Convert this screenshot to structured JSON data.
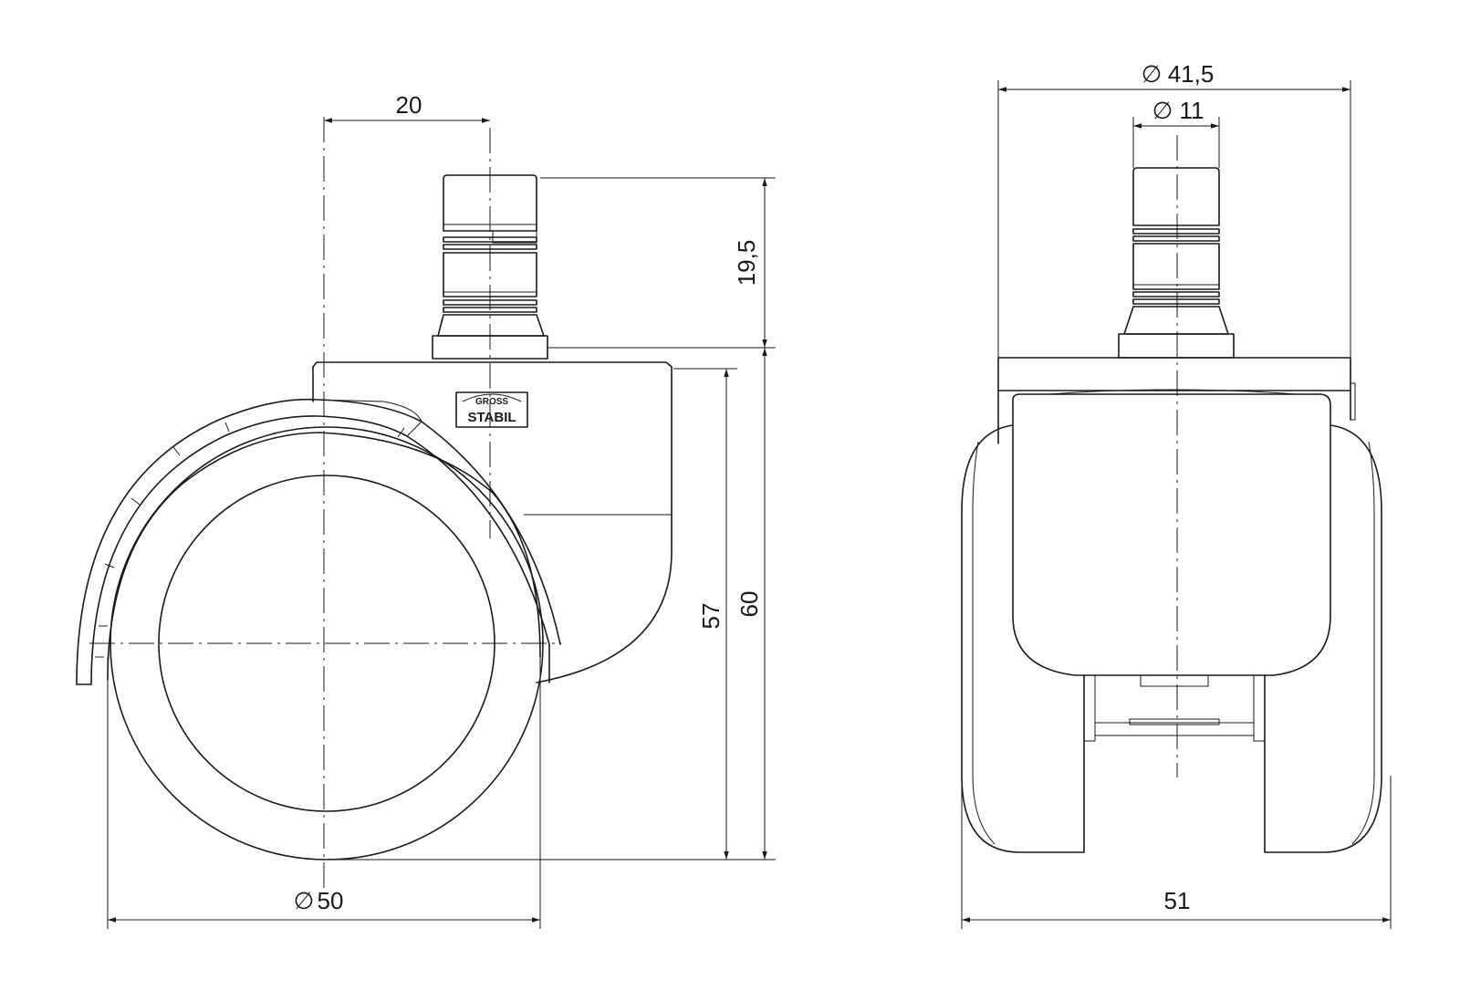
{
  "dimensions": {
    "offset": "20",
    "stem_height": "19,5",
    "wheel_to_mount": "57",
    "total_height": "60",
    "wheel_diameter": "50",
    "housing_diameter": "41,5",
    "stem_diameter": "11",
    "total_width": "51"
  },
  "diameter_symbol": "∅",
  "logo": {
    "top": "GROSS",
    "bottom": "STABIL"
  }
}
